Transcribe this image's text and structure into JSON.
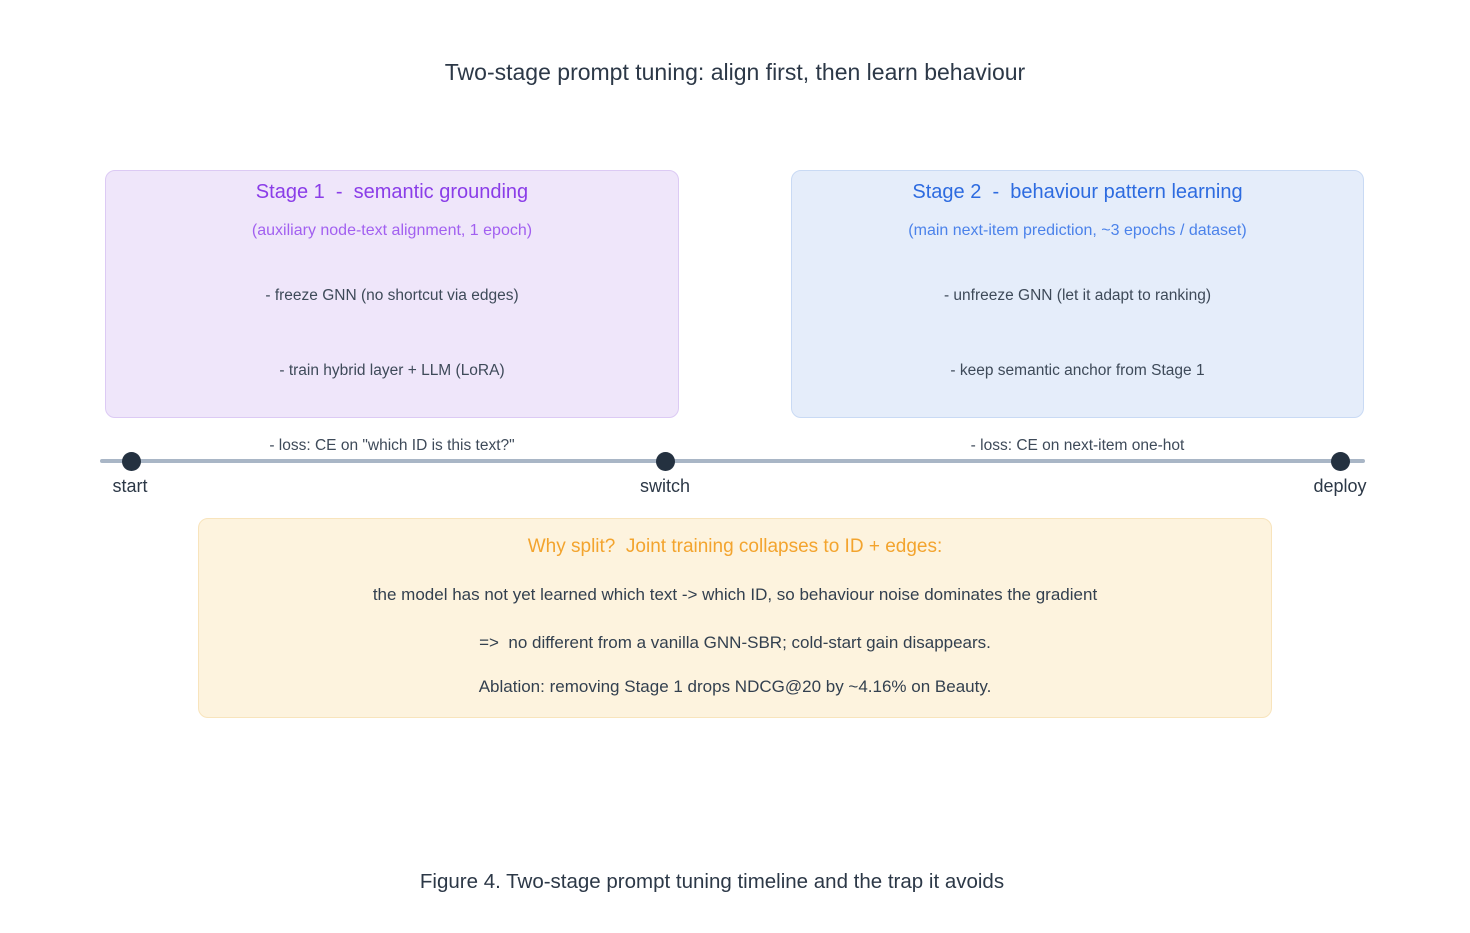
{
  "title": "Two-stage prompt tuning: align first, then learn behaviour",
  "stage1": {
    "title": "Stage 1  -  semantic grounding",
    "subtitle": "(auxiliary node-text alignment, 1 epoch)",
    "bullets": [
      "- freeze GNN (no shortcut via edges)",
      "- train hybrid layer + LLM (LoRA)",
      "- loss: CE on \"which ID is this text?\""
    ],
    "accent_color": "#8a3de8",
    "fill_color": "#efe6fa",
    "border_color": "#dccaf4"
  },
  "stage2": {
    "title": "Stage 2  -  behaviour pattern learning",
    "subtitle": "(main next-item prediction, ~3 epochs / dataset)",
    "bullets": [
      "- unfreeze GNN (let it adapt to ranking)",
      "- keep semantic anchor from Stage 1",
      "- loss: CE on next-item one-hot"
    ],
    "accent_color": "#2d6be0",
    "fill_color": "#e5edfa",
    "border_color": "#c9daf4"
  },
  "timeline": {
    "labels": [
      "start",
      "switch",
      "deploy"
    ],
    "line_color": "#a9b6c6",
    "dot_color": "#243140"
  },
  "why": {
    "heading": "Why split?  Joint training collapses to ID + edges:",
    "lines": [
      "the model has not yet learned which text -> which ID, so behaviour noise dominates the gradient",
      "=>  no different from a vanilla GNN-SBR; cold-start gain disappears.",
      "Ablation: removing Stage 1 drops NDCG@20 by ~4.16% on Beauty."
    ],
    "accent_color": "#f3a42e",
    "fill_color": "#fdf3de",
    "border_color": "#f8e4bc"
  },
  "caption": "Figure 4. Two-stage prompt tuning timeline and the trap it avoids"
}
